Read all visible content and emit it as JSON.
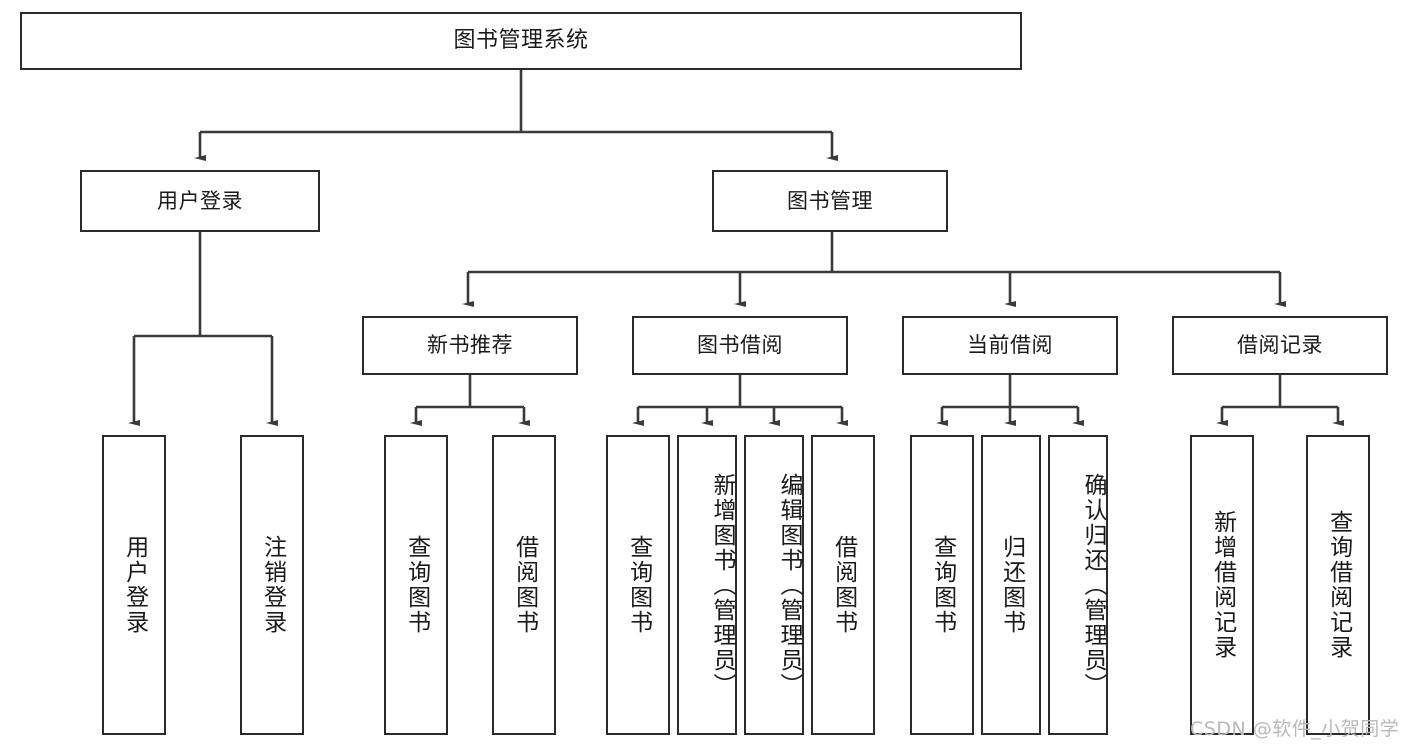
{
  "diagram": {
    "type": "tree-hierarchy",
    "title": "图书管理系统",
    "orientation": "top-down",
    "colors": {
      "box_border": "#2b2b2b",
      "box_fill": "#ffffff",
      "connector": "#3a3a3a",
      "text": "#1a1a1a",
      "watermark": "#b9b9b9"
    }
  },
  "root": {
    "label": "图书管理系统"
  },
  "level2": [
    {
      "label": "用户登录"
    },
    {
      "label": "图书管理"
    }
  ],
  "level3": [
    {
      "label": "新书推荐"
    },
    {
      "label": "图书借阅"
    },
    {
      "label": "当前借阅"
    },
    {
      "label": "借阅记录"
    }
  ],
  "leaves": {
    "user_login": [
      {
        "label": "用户登录"
      },
      {
        "label": "注销登录"
      }
    ],
    "new_book_recommend": [
      {
        "label": "查询图书"
      },
      {
        "label": "借阅图书"
      }
    ],
    "book_borrow": [
      {
        "label": "查询图书"
      },
      {
        "label": "新增图书（管理员）"
      },
      {
        "label": "编辑图书（管理员）"
      },
      {
        "label": "借阅图书"
      }
    ],
    "current_borrow": [
      {
        "label": "查询图书"
      },
      {
        "label": "归还图书"
      },
      {
        "label": "确认归还（管理员）"
      }
    ],
    "borrow_record": [
      {
        "label": "新增借阅记录"
      },
      {
        "label": "查询借阅记录"
      }
    ]
  },
  "watermark": {
    "text": "CSDN @软件_小贺同学"
  }
}
